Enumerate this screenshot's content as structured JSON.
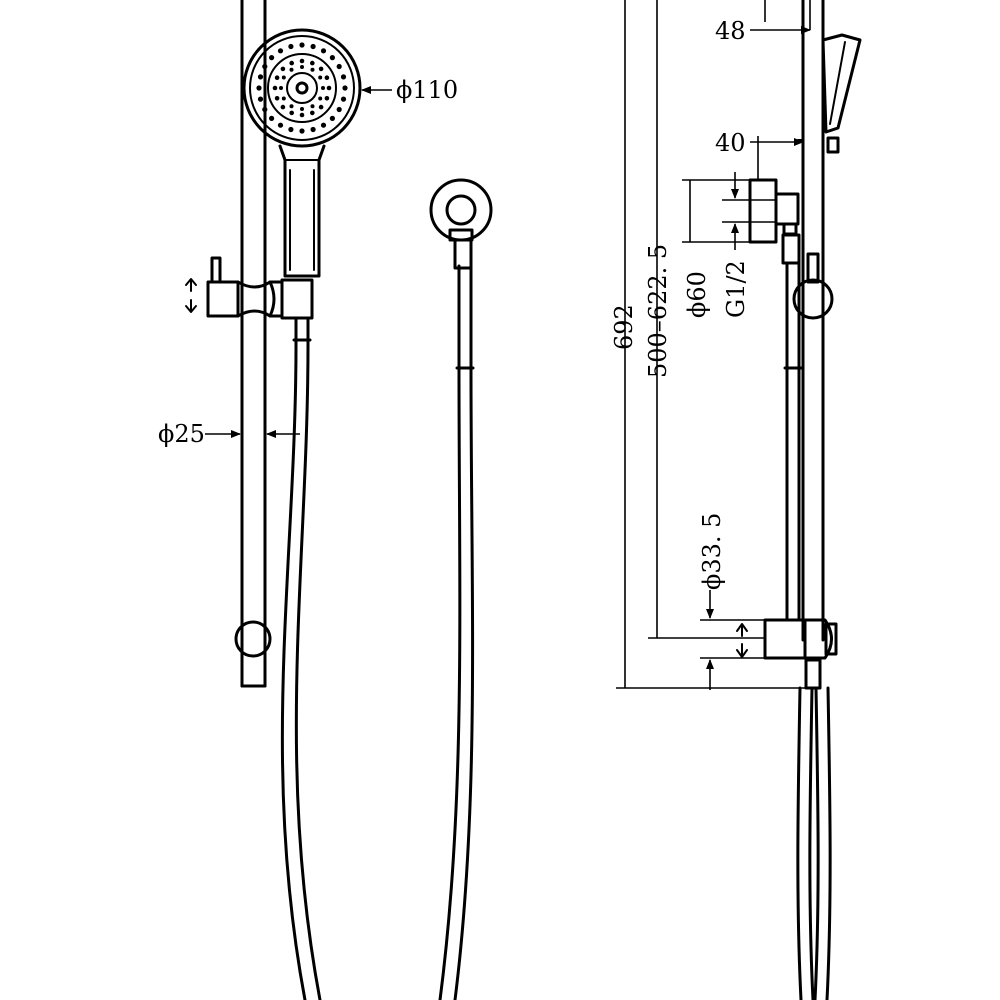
{
  "diagram": {
    "dimensions": {
      "shower_head_diameter": "ϕ110",
      "rail_diameter": "ϕ25",
      "bracket_offset": "48",
      "wall_connector_depth": "40",
      "overall_height": "692",
      "adjustable_range": "500–622. 5",
      "wall_flange_diameter": "ϕ60",
      "inlet_thread": "G1/2",
      "slider_diameter": "ϕ33. 5"
    }
  }
}
